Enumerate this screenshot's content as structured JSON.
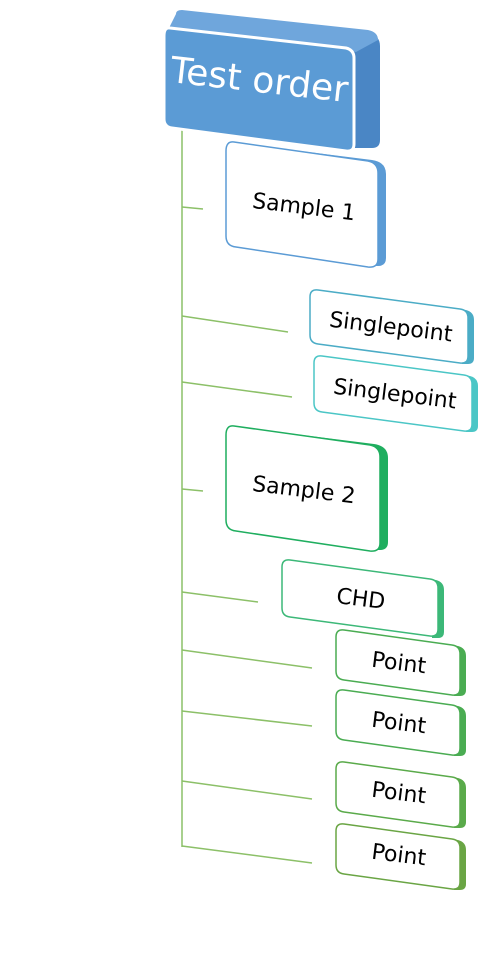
{
  "diagram": {
    "root": {
      "label": "Test order",
      "color": "#5b9bd5"
    },
    "children": [
      {
        "id": "sample-1",
        "label": "Sample 1",
        "level": 1,
        "color": "#5b9bd5"
      },
      {
        "id": "singlepoint-1",
        "label": "Singlepoint",
        "level": 2,
        "color": "#4bacc6"
      },
      {
        "id": "singlepoint-2",
        "label": "Singlepoint",
        "level": 2,
        "color": "#4bc6c6"
      },
      {
        "id": "sample-2",
        "label": "Sample 2",
        "level": 1,
        "color": "#1fae5f"
      },
      {
        "id": "chd",
        "label": "CHD",
        "level": 2,
        "color": "#3cb878"
      },
      {
        "id": "point-1",
        "label": "Point",
        "level": 3,
        "color": "#4aac52"
      },
      {
        "id": "point-2",
        "label": "Point",
        "level": 3,
        "color": "#4aac52"
      },
      {
        "id": "point-3",
        "label": "Point",
        "level": 3,
        "color": "#5aaa4a"
      },
      {
        "id": "point-4",
        "label": "Point",
        "level": 3,
        "color": "#6aa544"
      }
    ],
    "connector_color": "#8cc068"
  }
}
